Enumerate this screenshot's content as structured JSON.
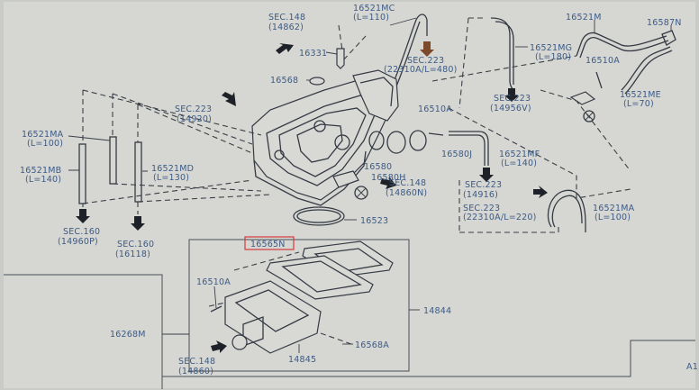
{
  "callouts": {
    "sec148_top": [
      "SEC.148",
      "(14862)"
    ],
    "p16521MC": [
      "16521MC",
      "(L=110)"
    ],
    "sec223_22310_480": [
      "SEC.223",
      "(22310A/L=480)"
    ],
    "p16521M": "16521M",
    "p16587N": "16587N",
    "p16331": "16331",
    "p16521MG": [
      "16521MG",
      "(L=180)"
    ],
    "p16510A_right": "16510A",
    "p16568": "16568",
    "sec223_14956V": [
      "SEC.223",
      "(14956V)"
    ],
    "p16521ME": [
      "16521ME",
      "(L=70)"
    ],
    "sec223_14920": [
      "SEC.223",
      "(14920)"
    ],
    "p16510A_mid": "16510A",
    "p16521MA_left": [
      "16521MA",
      "(L=100)"
    ],
    "p16580J": "16580J",
    "p16521MF": [
      "16521MF",
      "(L=140)"
    ],
    "p16580": "16580",
    "p16521MB": [
      "16521MB",
      "(L=140)"
    ],
    "p16521MD": [
      "16521MD",
      "(L=130)"
    ],
    "p16580H": "16580H",
    "sec148_14860N": [
      "SEC.148",
      "(14860N)"
    ],
    "sec223_14916": [
      "SEC.223",
      "(14916)"
    ],
    "sec223_22310_220": [
      "SEC.223",
      "(22310A/L=220)"
    ],
    "p16521MA_right": [
      "16521MA",
      "(L=100)"
    ],
    "p16523": "16523",
    "sec160_14960P": [
      "SEC.160",
      "(14960P)"
    ],
    "sec160_16118": [
      "SEC.160",
      "(16118)"
    ],
    "p16565N": "16565N",
    "p16510A_low": "16510A",
    "p14844": "14844",
    "p16268M": "16268M",
    "p16568A": "16568A",
    "sec148_14860": [
      "SEC.148",
      "(14860)"
    ],
    "p14845": "14845",
    "corner_ref": "A1"
  },
  "colors": {
    "label": "#3c5a86",
    "highlight_box": "#d23b3b",
    "background": "#c9cbc7",
    "line": "#353a44"
  }
}
